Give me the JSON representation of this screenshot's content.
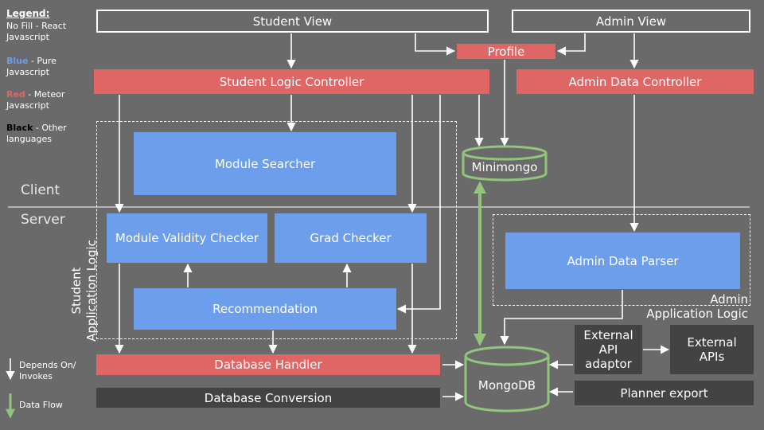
{
  "legend": {
    "title": "Legend:",
    "nofill": "No Fill - React Javascript",
    "blue_word": "Blue",
    "blue_rest": " - Pure Javascript",
    "red_word": "Red",
    "red_rest": " - Meteor Javascript",
    "black_word": "Black",
    "black_rest": " - Other languages",
    "depends": "Depends On/ Invokes",
    "dataflow": "Data Flow"
  },
  "sections": {
    "client": "Client",
    "server": "Server",
    "student_app_logic_line1": "Student",
    "student_app_logic_line2": "Application Logic",
    "admin_app_logic_line1": "Admin",
    "admin_app_logic_line2": "Application Logic"
  },
  "nodes": {
    "student_view": "Student View",
    "admin_view": "Admin View",
    "profile": "Profile",
    "student_logic_controller": "Student Logic Controller",
    "admin_data_controller": "Admin Data Controller",
    "module_searcher": "Module Searcher",
    "minimongo": "Minimongo",
    "module_validity_checker": "Module Validity Checker",
    "grad_checker": "Grad Checker",
    "admin_data_parser": "Admin Data Parser",
    "recommendation": "Recommendation",
    "external_api_adaptor": "External API adaptor",
    "external_apis": "External APIs",
    "database_handler": "Database Handler",
    "mongodb": "MongoDB",
    "database_conversion": "Database Conversion",
    "planner_export": "Planner export"
  },
  "colors": {
    "background": "#6a6a6a",
    "red": "#e06666",
    "blue": "#6d9eeb",
    "black": "#434343",
    "green": "#93c47d",
    "white": "#ffffff"
  }
}
